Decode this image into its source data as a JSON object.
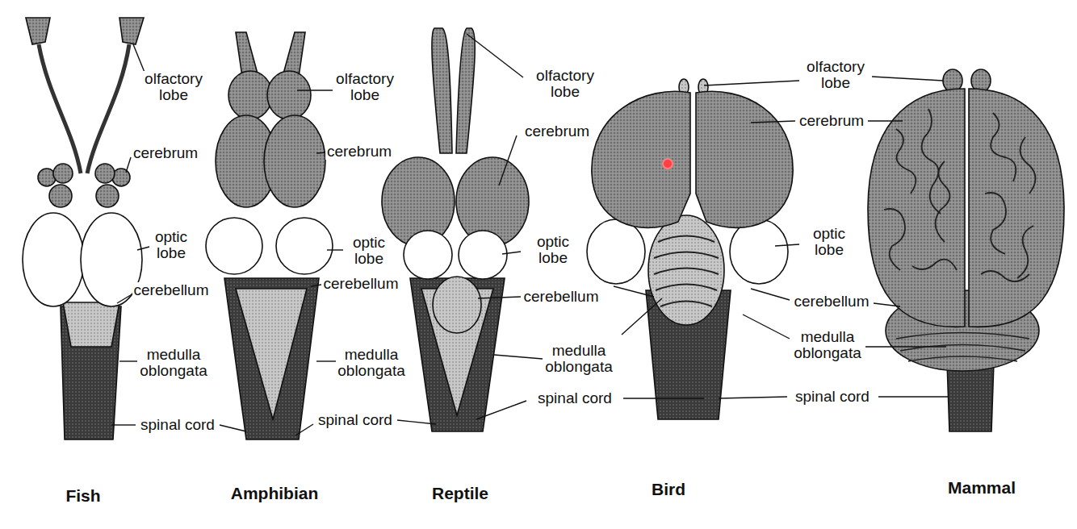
{
  "diagram": {
    "labels": [
      "olfactory lobe",
      "olfactory lobe",
      "olfactory lobe",
      "olfactory lobe",
      "cerebrum",
      "cerebrum",
      "cerebrum",
      "cerebrum",
      "optic lobe",
      "optic lobe",
      "optic lobe",
      "optic lobe",
      "cerebellum",
      "cerebellum",
      "cerebellum",
      "cerebellum",
      "medulla oblongata",
      "medulla oblongata",
      "medulla oblongata",
      "medulla oblongata",
      "spinal cord",
      "spinal cord",
      "spinal cord",
      "spinal cord",
      "Fish",
      "Amphibian",
      "Reptile",
      "Bird",
      "Mammal"
    ]
  }
}
